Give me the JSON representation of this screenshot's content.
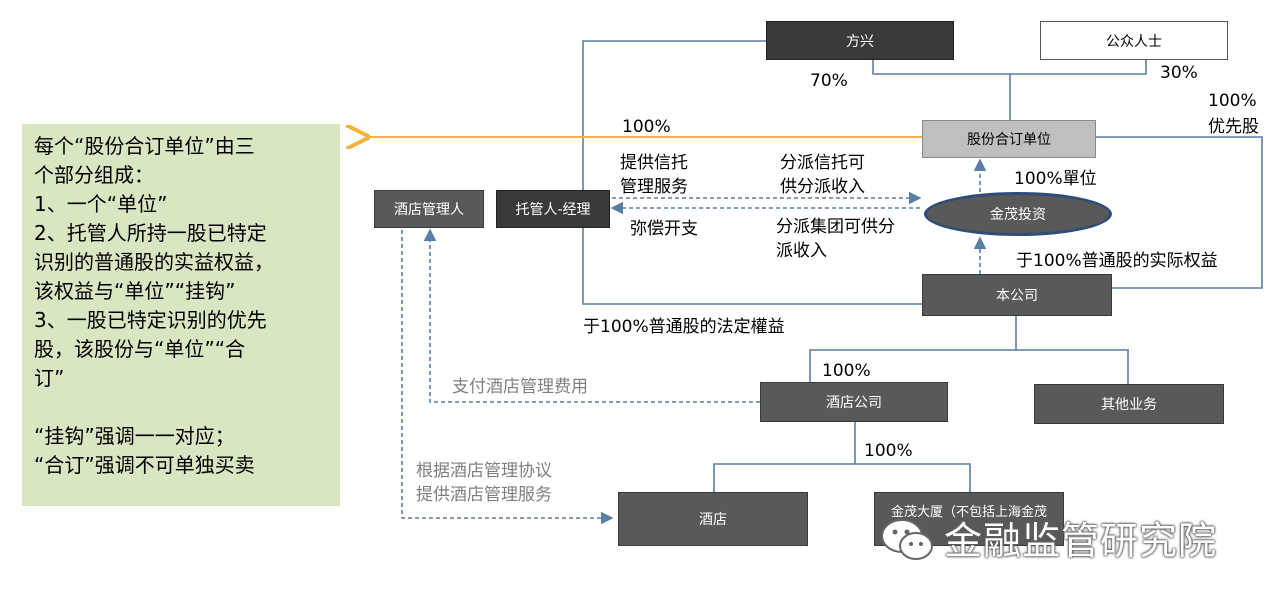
{
  "note": {
    "lines": [
      "每个“股份合订单位”由三",
      "个部分组成：",
      "1、一个“单位”",
      "2、托管人所持一股已特定",
      "识别的普通股的实益权益，",
      "该权益与“单位”“挂钩”",
      "3、一股已特定识别的优先",
      "股，该股份与“单位”“合",
      "订”",
      "",
      "“挂钩”强调一一对应；",
      "“合订”强调不可单独买卖"
    ]
  },
  "nodes": {
    "fangxing": "方兴",
    "public": "公众人士",
    "stapled_unit": "股份合订单位",
    "hotel_manager": "酒店管理人",
    "trustee_manager": "托管人-经理",
    "jinmao_investment": "金茂投资",
    "company": "本公司",
    "hotel_company": "酒店公司",
    "other_business": "其他业务",
    "hotel": "酒店",
    "jinmao_tower": "金茂大厦（不包括上海金茂"
  },
  "labels": {
    "pct_70": "70%",
    "pct_30": "30%",
    "pct_100_pref_a": "100%",
    "pct_100_pref_b": "优先股",
    "pct_100_arrow": "100%",
    "trust_service_a": "提供信托",
    "trust_service_b": "管理服务",
    "distribute_trust_a": "分派信托可",
    "distribute_trust_b": "供分派收入",
    "unit_100": "100%單位",
    "reimburse": "弥偿开支",
    "distribute_group_a": "分派集团可供分",
    "distribute_group_b": "派收入",
    "beneficial_interest": "于100%普通股的实际权益",
    "legal_interest": "于100%普通股的法定權益",
    "pay_fee": "支付酒店管理费用",
    "pct_100_hotel_co": "100%",
    "pct_100_hotel": "100%",
    "agreement_a": "根据酒店管理协议",
    "agreement_b": "提供酒店管理服务"
  },
  "watermark": {
    "text": "金融监管研究院",
    "icon": "wechat-icon"
  },
  "colors": {
    "line_blue": "#5a7fa6",
    "arrow_orange": "#f2b43a",
    "note_bg": "#d9e6c2"
  }
}
